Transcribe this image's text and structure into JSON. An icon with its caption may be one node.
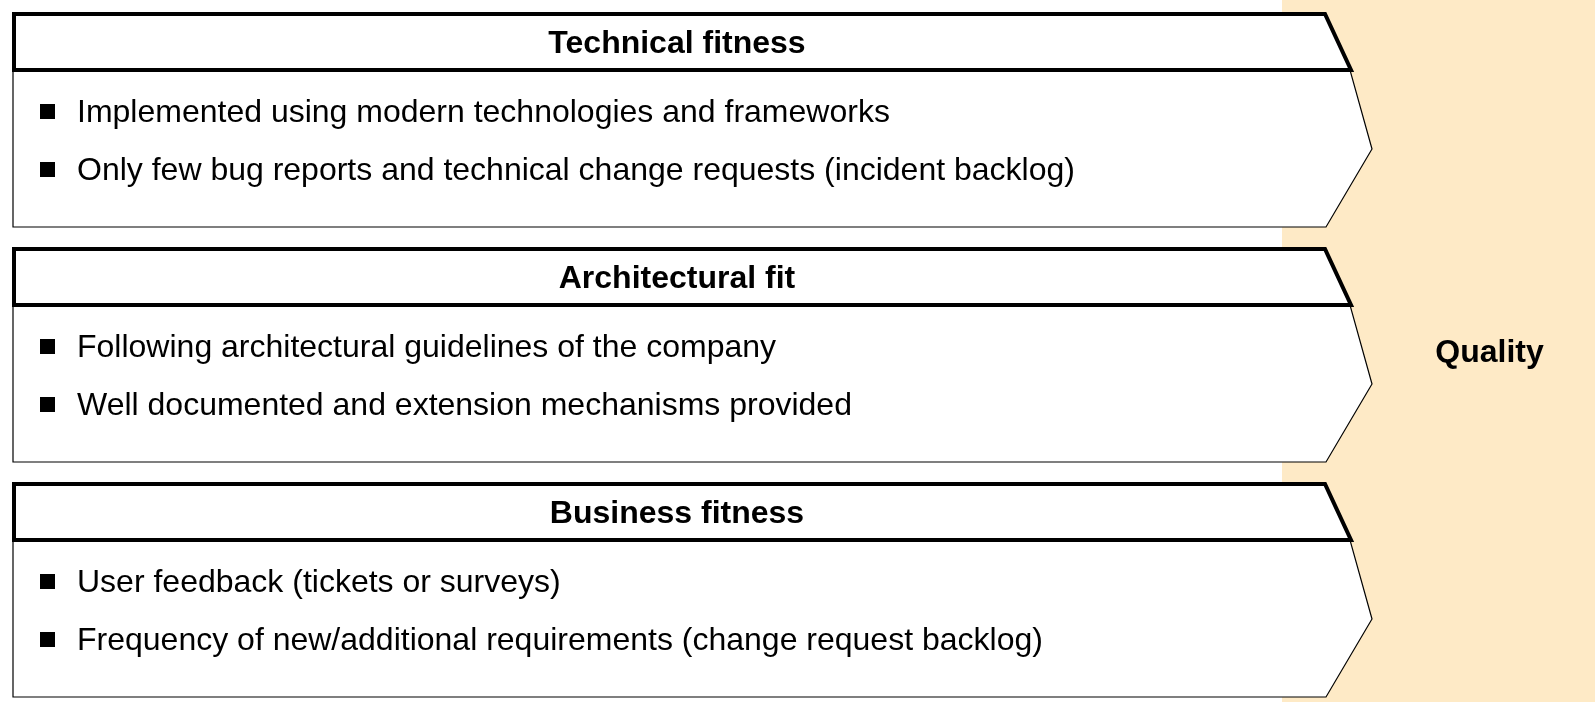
{
  "diagram": {
    "nodes": [
      {
        "text": [
          "Technical fitness",
          "Implemented using modern technologies and frameworks",
          "Only few bug reports and technical change requests (incident backlog)"
        ]
      },
      {
        "text": [
          "Architectural fit",
          "Following architectural guidelines of the company",
          "Well documented and extension mechanisms provided"
        ]
      },
      {
        "text": [
          "Business fitness",
          "User feedback (tickets or surveys)",
          "Frequency of new/additional requirements (change request backlog)"
        ]
      },
      {
        "text": [
          "Quality"
        ]
      }
    ]
  }
}
